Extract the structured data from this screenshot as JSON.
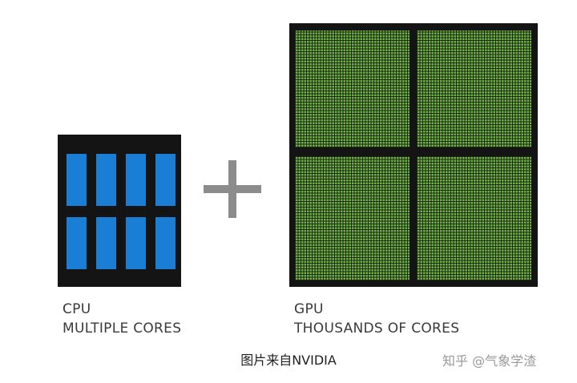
{
  "cpu": {
    "label_line1": "CPU",
    "label_line2": "MULTIPLE CORES",
    "core_rows": 2,
    "core_cols": 4,
    "chip_color": "#141414",
    "core_color": "#1a7fd4"
  },
  "plus": {
    "color": "#8c8c8c"
  },
  "gpu": {
    "label_line1": "GPU",
    "label_line2": "THOUSANDS OF CORES",
    "chip_color": "#141414",
    "core_color": "#6db33f"
  },
  "caption": "图片来自NVIDIA",
  "watermark": "知乎 @气象学渣"
}
